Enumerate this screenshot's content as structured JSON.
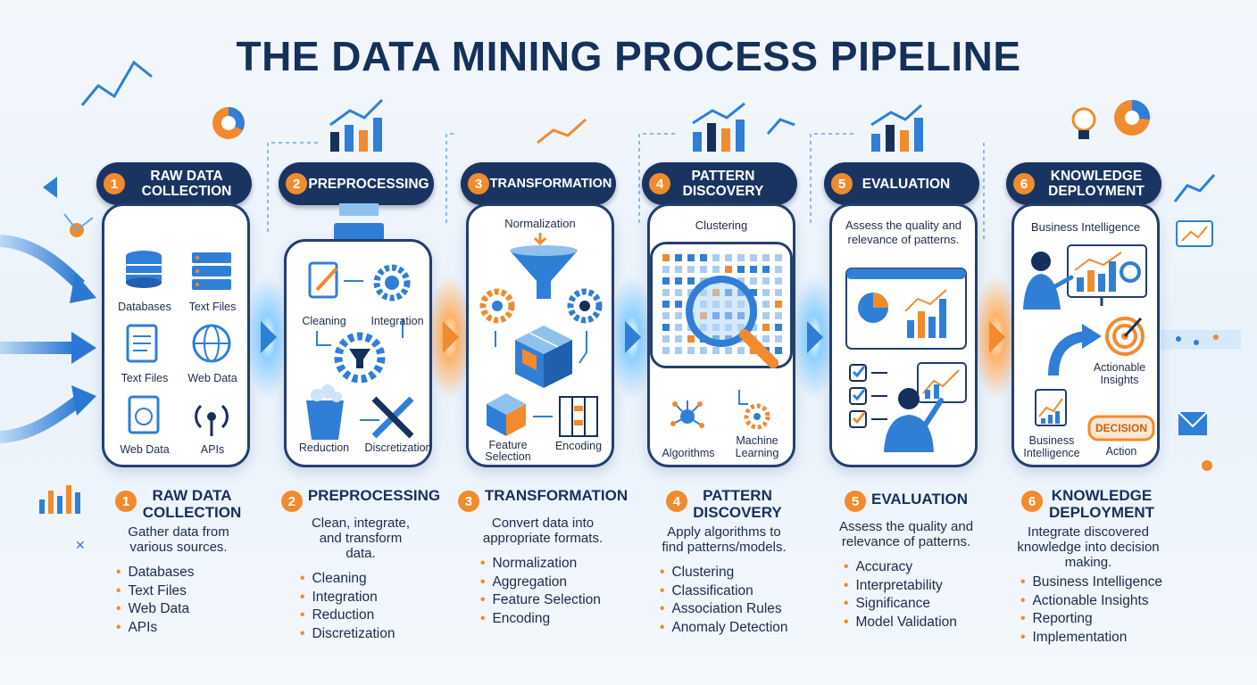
{
  "title": "THE DATA MINING PROCESS PIPELINE",
  "colors": {
    "navy": "#1a3461",
    "orange": "#f28a2e",
    "blue": "#2f7fd6",
    "background": "#eef4fb"
  },
  "stages": [
    {
      "number": "1",
      "header": "RAW DATA COLLECTION",
      "card_top": "",
      "card_labels": [
        "Databases",
        "Text Files",
        "Text Files",
        "Web Data",
        "Web Data",
        "APIs"
      ],
      "icons": [
        "database-icon",
        "server-icon",
        "document-icon",
        "globe-icon",
        "web-document-icon",
        "antenna-icon"
      ],
      "description_title": "RAW DATA COLLECTION",
      "description": "Gather data from various sources.",
      "bullets": [
        "Databases",
        "Text Files",
        "Web Data",
        "APIs"
      ]
    },
    {
      "number": "2",
      "header": "PREPROCESSING",
      "card_top": "",
      "card_labels": [
        "Cleaning",
        "Integration",
        "Reduction",
        "Discretization"
      ],
      "icons": [
        "cleaning-document-icon",
        "gears-icon",
        "filter-gear-icon",
        "bucket-icon",
        "wrench-icon"
      ],
      "description_title": "PREPROCESSING",
      "description": "Clean, integrate, and transform data.",
      "bullets": [
        "Cleaning",
        "Integration",
        "Reduction",
        "Discretization"
      ]
    },
    {
      "number": "3",
      "header": "TRANSFORMATION",
      "card_top": "Normalization",
      "card_labels": [
        "Feature Selection",
        "Encoding"
      ],
      "icons": [
        "funnel-icon",
        "gear-icon",
        "cube-icon",
        "box-icon",
        "encoding-grid-icon"
      ],
      "description_title": "TRANSFORMATION",
      "description": "Convert data into appropriate formats.",
      "bullets": [
        "Normalization",
        "Aggregation",
        "Feature Selection",
        "Encoding"
      ]
    },
    {
      "number": "4",
      "header": "PATTERN DISCOVERY",
      "card_top": "Clustering",
      "card_labels": [
        "Algorithms",
        "Machine Learning"
      ],
      "icons": [
        "magnifier-icon",
        "network-icon",
        "ml-gear-icon"
      ],
      "description_title": "PATTERN DISCOVERY",
      "description": "Apply algorithms to find patterns/models.",
      "bullets": [
        "Clustering",
        "Classification",
        "Association Rules",
        "Anomaly Detection"
      ]
    },
    {
      "number": "5",
      "header": "EVALUATION",
      "card_top": "Assess the quality and relevance of patterns.",
      "card_labels": [],
      "icons": [
        "dashboard-icon",
        "checklist-icon",
        "analyst-icon"
      ],
      "description_title": "EVALUATION",
      "description": "Assess the quality and relevance of patterns.",
      "bullets": [
        "Accuracy",
        "Interpretability",
        "Significance",
        "Model Validation"
      ]
    },
    {
      "number": "6",
      "header": "KNOWLEDGE DEPLOYMENT",
      "card_top": "Business Intelligence",
      "card_labels": [
        "Actionable Insights",
        "Business Intelligence",
        "DECISION",
        "Action"
      ],
      "icons": [
        "presenter-icon",
        "target-icon",
        "report-icon",
        "decision-badge-icon"
      ],
      "description_title": "KNOWLEDGE DEPLOYMENT",
      "description": "Integrate discovered knowledge into decision making.",
      "bullets": [
        "Business Intelligence",
        "Actionable Insights",
        "Reporting",
        "Implementation"
      ]
    }
  ]
}
